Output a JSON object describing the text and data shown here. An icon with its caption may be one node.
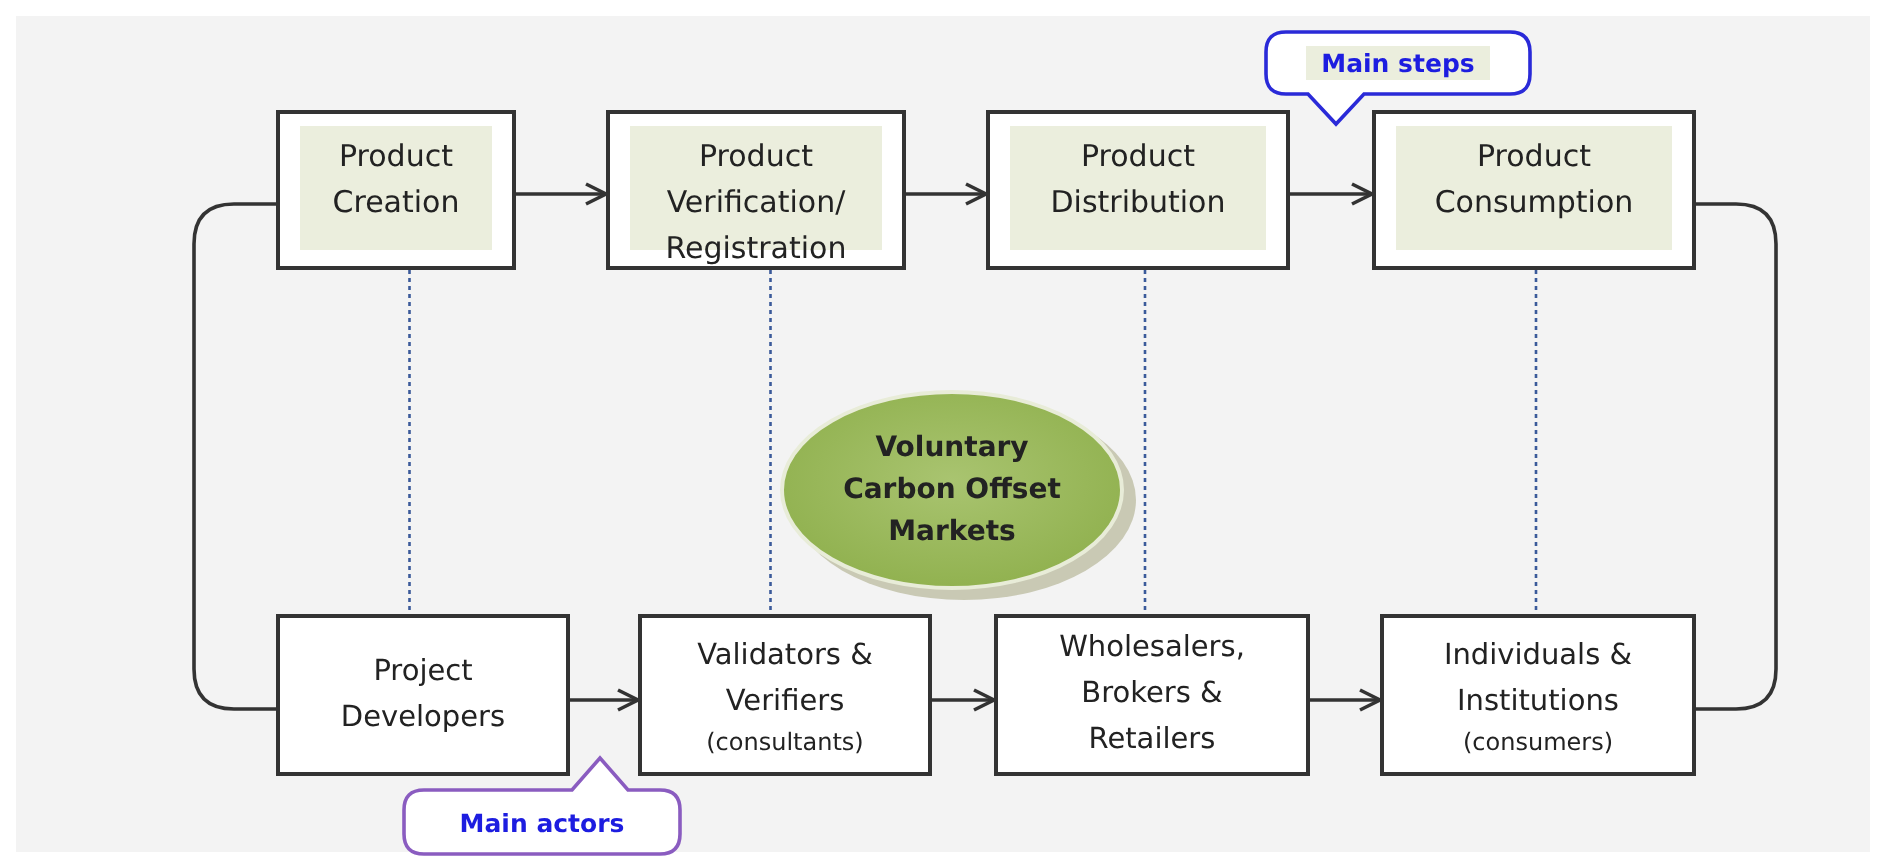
{
  "diagram": {
    "nodes": [
      {
        "text": [
          "Product Creation"
        ]
      },
      {
        "text": [
          "Product Verification/ Registration"
        ]
      },
      {
        "text": [
          "Product Distribution"
        ]
      },
      {
        "text": [
          "Product Consumption"
        ]
      },
      {
        "text": [
          "Project Developers"
        ]
      },
      {
        "text": [
          "Validators & Verifiers",
          "(consultants)"
        ]
      },
      {
        "text": [
          "Wholesalers, Brokers & Retailers"
        ]
      },
      {
        "text": [
          "Individuals & Institutions",
          "(consumers)"
        ]
      },
      {
        "text": [
          "Voluntary Carbon Offset Markets"
        ]
      },
      {
        "text": [
          "Main steps"
        ]
      },
      {
        "text": [
          "Main actors"
        ]
      }
    ],
    "edges": [
      {
        "from": 0,
        "to": 1,
        "arrow": "to"
      },
      {
        "from": 1,
        "to": 2,
        "arrow": "to"
      },
      {
        "from": 2,
        "to": 3,
        "arrow": "to"
      },
      {
        "from": 4,
        "to": 5,
        "arrow": "to"
      },
      {
        "from": 5,
        "to": 6,
        "arrow": "to"
      },
      {
        "from": 6,
        "to": 7,
        "arrow": "to"
      },
      {
        "from": 0,
        "to": 4,
        "arrow": "none"
      },
      {
        "from": 3,
        "to": 7,
        "arrow": "none"
      },
      {
        "from": 0,
        "to": 4,
        "arrow": "none",
        "style": "dashed",
        "color": "#3b5a9a"
      },
      {
        "from": 1,
        "to": 5,
        "arrow": "none",
        "style": "dashed",
        "color": "#3b5a9a"
      },
      {
        "from": 2,
        "to": 6,
        "arrow": "none",
        "style": "dashed",
        "color": "#3b5a9a"
      },
      {
        "from": 3,
        "to": 7,
        "arrow": "none",
        "style": "dashed",
        "color": "#3b5a9a"
      }
    ]
  }
}
